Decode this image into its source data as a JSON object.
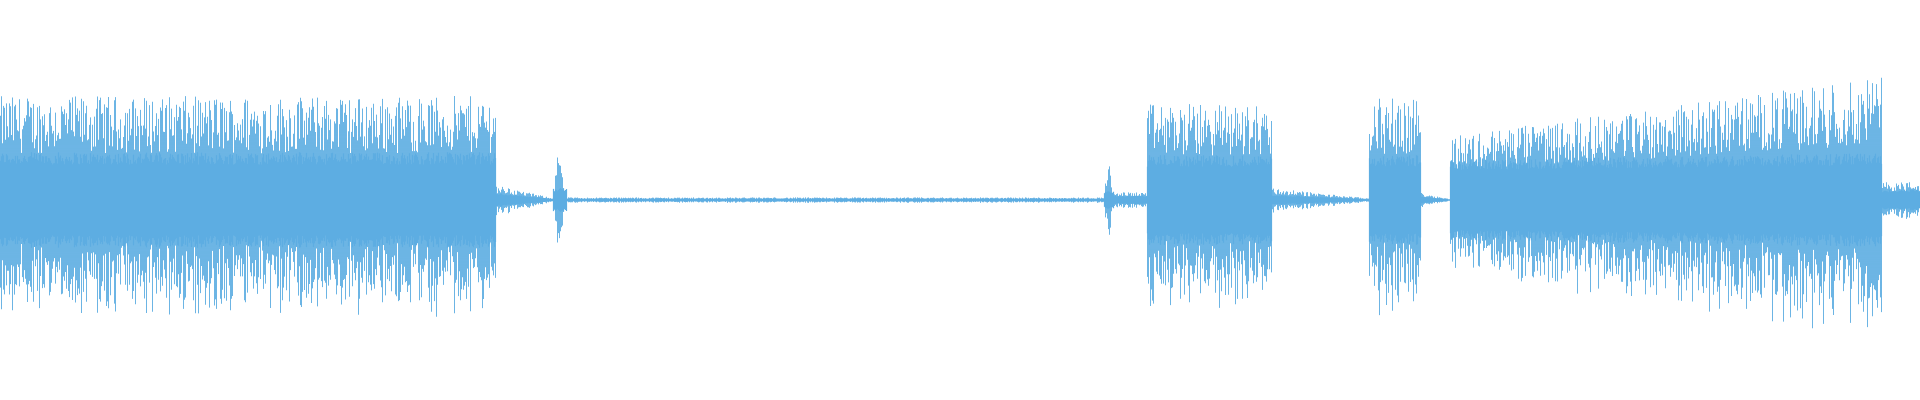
{
  "waveform": {
    "color": "#5DADE2",
    "background": "#FFFFFF",
    "amplitude_scale": "relative 0-1",
    "segments": [
      {
        "kind": "loud",
        "start": 0.0,
        "end": 0.258,
        "peak": 0.8,
        "body": 0.32,
        "trend": "steady"
      },
      {
        "kind": "decay",
        "start": 0.258,
        "end": 0.288,
        "peak": 0.1,
        "body": 0.04,
        "trend": "fade"
      },
      {
        "kind": "click",
        "start": 0.288,
        "end": 0.295,
        "peak": 0.45,
        "body": 0.08,
        "trend": "spike"
      },
      {
        "kind": "quiet",
        "start": 0.295,
        "end": 0.575,
        "peak": 0.02,
        "body": 0.01,
        "trend": "flat"
      },
      {
        "kind": "click",
        "start": 0.575,
        "end": 0.58,
        "peak": 0.38,
        "body": 0.06,
        "trend": "spike"
      },
      {
        "kind": "decay",
        "start": 0.58,
        "end": 0.597,
        "peak": 0.06,
        "body": 0.03,
        "trend": "flat"
      },
      {
        "kind": "loud",
        "start": 0.597,
        "end": 0.662,
        "peak": 0.74,
        "body": 0.3,
        "trend": "steady"
      },
      {
        "kind": "decay",
        "start": 0.662,
        "end": 0.713,
        "peak": 0.08,
        "body": 0.03,
        "trend": "fade"
      },
      {
        "kind": "loud",
        "start": 0.713,
        "end": 0.74,
        "peak": 0.78,
        "body": 0.3,
        "trend": "steady"
      },
      {
        "kind": "decay",
        "start": 0.74,
        "end": 0.755,
        "peak": 0.05,
        "body": 0.02,
        "trend": "fade"
      },
      {
        "kind": "loud",
        "start": 0.755,
        "end": 0.98,
        "peak": 0.9,
        "body": 0.3,
        "trend": "rise"
      },
      {
        "kind": "tail",
        "start": 0.98,
        "end": 1.0,
        "peak": 0.14,
        "body": 0.07,
        "trend": "flat"
      }
    ]
  }
}
